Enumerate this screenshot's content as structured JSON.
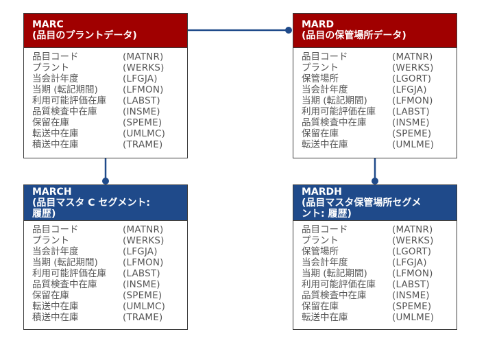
{
  "colors": {
    "header_red": "#a00000",
    "header_blue": "#1f4a8a",
    "connector": "#1f4a8a",
    "field_text": "#555555"
  },
  "entities": [
    {
      "id": "marc",
      "title": "MARC",
      "subtitle_lines": [
        "(品目のプラントデータ)"
      ],
      "header_color": "red",
      "fields": [
        {
          "name": "品目コード",
          "code": "(MATNR)"
        },
        {
          "name": "プラント",
          "code": "(WERKS)"
        },
        {
          "name": "当会計年度",
          "code": "(LFGJA)"
        },
        {
          "name": "当期 (転記期間)",
          "code": "(LFMON)"
        },
        {
          "name": "利用可能評価在庫",
          "code": "(LABST)"
        },
        {
          "name": "品質検査中在庫",
          "code": "(INSME)"
        },
        {
          "name": "保留在庫",
          "code": "(SPEME)"
        },
        {
          "name": "転送中在庫",
          "code": "(UMLMC)"
        },
        {
          "name": "積送中在庫",
          "code": "(TRAME)"
        }
      ]
    },
    {
      "id": "mard",
      "title": "MARD",
      "subtitle_lines": [
        "(品目の保管場所データ)"
      ],
      "header_color": "red",
      "fields": [
        {
          "name": "品目コード",
          "code": "(MATNR)"
        },
        {
          "name": "プラント",
          "code": "(WERKS)"
        },
        {
          "name": "保管場所",
          "code": "(LGORT)"
        },
        {
          "name": "当会計年度",
          "code": "(LFGJA)"
        },
        {
          "name": "当期 (転記期間)",
          "code": "(LFMON)"
        },
        {
          "name": "利用可能評価在庫",
          "code": "(LABST)"
        },
        {
          "name": "品質検査中在庫",
          "code": "(INSME)"
        },
        {
          "name": "保留在庫",
          "code": "(SPEME)"
        },
        {
          "name": "転送中在庫",
          "code": "(UMLME)"
        }
      ]
    },
    {
      "id": "march",
      "title": "MARCH",
      "subtitle_lines": [
        "(品目マスタ C セグメント:",
        "履歴)"
      ],
      "header_color": "blue",
      "fields": [
        {
          "name": "品目コード",
          "code": "(MATNR)"
        },
        {
          "name": "プラント",
          "code": "(WERKS)"
        },
        {
          "name": "当会計年度",
          "code": "(LFGJA)"
        },
        {
          "name": "当期 (転記期間)",
          "code": "(LFMON)"
        },
        {
          "name": "利用可能評価在庫",
          "code": "(LABST)"
        },
        {
          "name": "品質検査中在庫",
          "code": "(INSME)"
        },
        {
          "name": "保留在庫",
          "code": "(SPEME)"
        },
        {
          "name": "転送中在庫",
          "code": "(UMLMC)"
        },
        {
          "name": "積送中在庫",
          "code": "(TRAME)"
        }
      ]
    },
    {
      "id": "mardh",
      "title": "MARDH",
      "subtitle_lines": [
        "(品目マスタ保管場所セグメ",
        "ント: 履歴)"
      ],
      "header_color": "blue",
      "fields": [
        {
          "name": "品目コード",
          "code": "(MATNR)"
        },
        {
          "name": "プラント",
          "code": "(WERKS)"
        },
        {
          "name": "保管場所",
          "code": "(LGORT)"
        },
        {
          "name": "当会計年度",
          "code": "(LFGJA)"
        },
        {
          "name": "当期 (転記期間)",
          "code": "(LFMON)"
        },
        {
          "name": "利用可能評価在庫",
          "code": "(LABST)"
        },
        {
          "name": "品質検査中在庫",
          "code": "(INSME)"
        },
        {
          "name": "保留在庫",
          "code": "(SPEME)"
        },
        {
          "name": "転送中在庫",
          "code": "(UMLME)"
        }
      ]
    }
  ],
  "relationships": [
    {
      "from": "MARC",
      "to": "MARD"
    },
    {
      "from": "MARC",
      "to": "MARCH"
    },
    {
      "from": "MARD",
      "to": "MARDH"
    }
  ]
}
